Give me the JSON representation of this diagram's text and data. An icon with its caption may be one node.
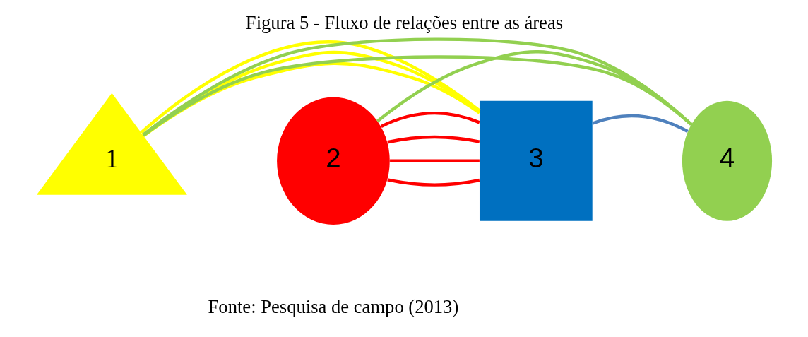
{
  "diagram": {
    "title": "Figura 5 - Fluxo de relações entre as áreas",
    "caption": "Fonte: Pesquisa de campo (2013)",
    "nodes": [
      {
        "text": [
          "1"
        ]
      },
      {
        "text": [
          "2"
        ]
      },
      {
        "text": [
          "3"
        ]
      },
      {
        "text": [
          "4"
        ]
      }
    ],
    "edges": [
      {
        "from": 0,
        "to": 2,
        "arrow": "none",
        "color": "#ffff00"
      },
      {
        "from": 0,
        "to": 2,
        "arrow": "none",
        "color": "#ffff00"
      },
      {
        "from": 0,
        "to": 2,
        "arrow": "none",
        "color": "#ffff00"
      },
      {
        "from": 1,
        "to": 2,
        "arrow": "none"
      },
      {
        "from": 1,
        "to": 2,
        "arrow": "none"
      },
      {
        "from": 1,
        "to": 2,
        "arrow": "none"
      },
      {
        "from": 1,
        "to": 2,
        "arrow": "none"
      },
      {
        "from": 2,
        "to": 3,
        "arrow": "none",
        "color": "#4f81bd"
      },
      {
        "from": 0,
        "to": 3,
        "arrow": "none",
        "color": "#92d050"
      },
      {
        "from": 0,
        "to": 3,
        "arrow": "none",
        "color": "#92d050"
      },
      {
        "from": 1,
        "to": 3,
        "arrow": "none",
        "color": "#92d050"
      }
    ]
  }
}
